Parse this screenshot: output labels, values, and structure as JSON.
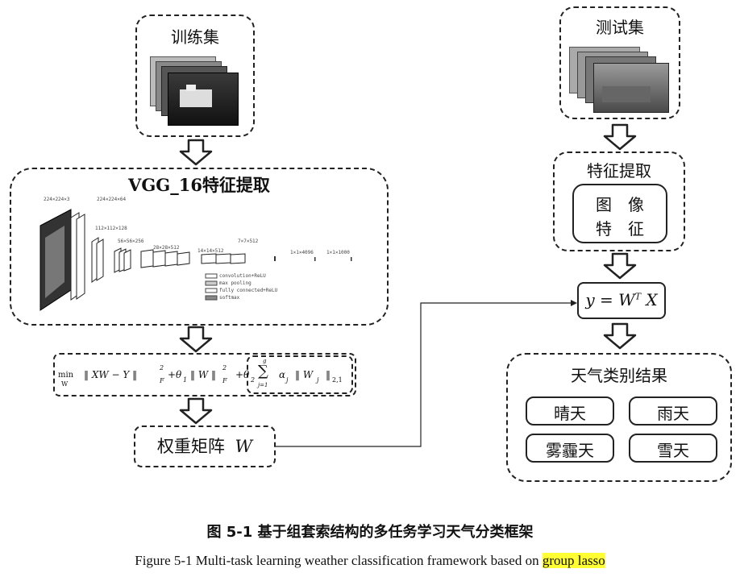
{
  "train": {
    "title": "训练集"
  },
  "test": {
    "title": "测试集"
  },
  "vgg": {
    "title": "VGG_16特征提取",
    "dims": [
      "224×224×3",
      "224×224×64",
      "112×112×128",
      "56×56×256",
      "28×28×512",
      "14×14×512",
      "7×7×512",
      "1×1×4096",
      "1×1×1000"
    ],
    "legend": [
      "convolution+ReLU",
      "max pooling",
      "fully connected+ReLU",
      "softmax"
    ]
  },
  "formula": {
    "min": "min",
    "min_sub": "W",
    "main": "‖ XW − Y ‖",
    "main_sup": "2",
    "main_sub": "F",
    "theta1": "+θ",
    "theta1_sub": "1",
    "w_norm": "‖ W ‖",
    "w_sup": "2",
    "w_sub": "F",
    "theta2": "+θ",
    "theta2_sub": "2",
    "sum_top": "g",
    "sum_bottom": "j=1",
    "alpha": "α",
    "alpha_sub": "j",
    "wj": "‖ W",
    "wj_sub": "j",
    "norm_end": "‖",
    "norm_sub": "2,1"
  },
  "weight_matrix": {
    "label": "权重矩阵",
    "symbol": "W"
  },
  "feature_extract": {
    "title": "特征提取",
    "inner_line1": "图　像",
    "inner_line2": "特　征"
  },
  "equation": {
    "lhs": "y = W",
    "sup": "T",
    "rhs": "X"
  },
  "result": {
    "title": "天气类别结果",
    "classes": [
      "晴天",
      "雨天",
      "雾霾天",
      "雪天"
    ]
  },
  "caption_cn": "图 5-1  基于组套索结构的多任务学习天气分类框架",
  "caption_en_main": "Figure 5-1 Multi-task learning weather classification framework based on ",
  "caption_en_highlight": "group lasso"
}
